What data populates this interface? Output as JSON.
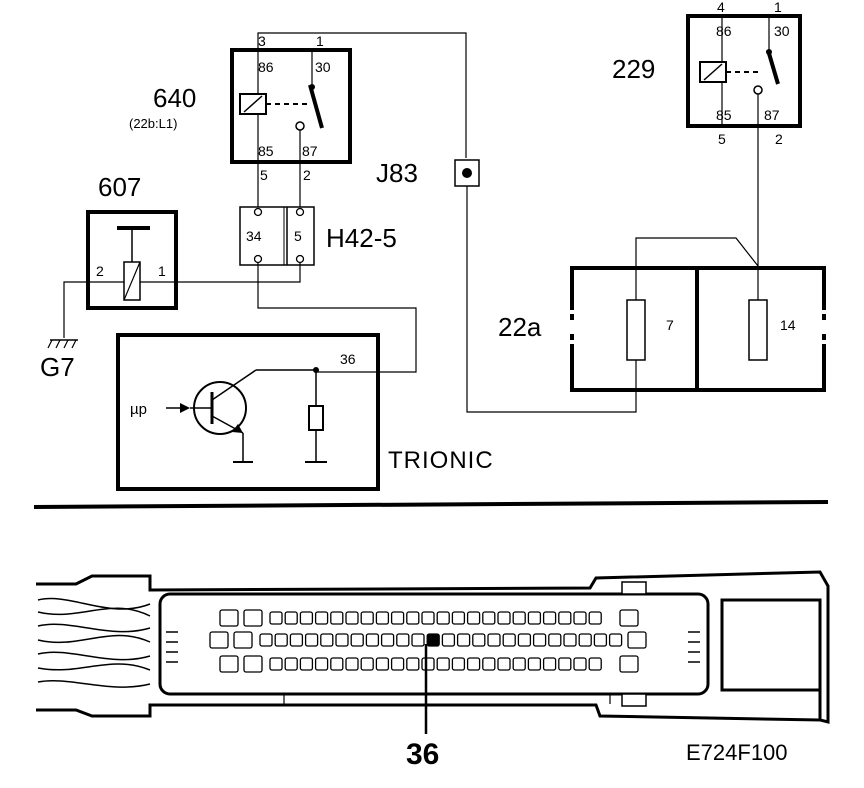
{
  "relay_640": {
    "id": "640",
    "ref": "(22b:L1)",
    "pins_top": [
      "3",
      "1"
    ],
    "pins_inner_top": [
      "86",
      "30"
    ],
    "pins_inner_bottom": [
      "85",
      "87"
    ],
    "pins_bottom": [
      "5",
      "2"
    ]
  },
  "relay_229": {
    "id": "229",
    "pins_top": [
      "4",
      "1"
    ],
    "pins_inner_top": [
      "86",
      "30"
    ],
    "pins_inner_bottom": [
      "85",
      "87"
    ],
    "pins_bottom": [
      "5",
      "2"
    ]
  },
  "component_607": {
    "id": "607",
    "pins": [
      "2",
      "1"
    ]
  },
  "ground": {
    "id": "G7"
  },
  "connector_h42": {
    "id": "H42-5",
    "pins": [
      "34",
      "5"
    ]
  },
  "junction": {
    "id": "J83"
  },
  "fuse_box": {
    "id": "22a",
    "fuses": [
      "7",
      "14"
    ]
  },
  "ecu": {
    "name": "TRIONIC",
    "pin": "36",
    "input_label": "µp"
  },
  "connector_view": {
    "callout": "36"
  },
  "figure_code": "E724F100"
}
